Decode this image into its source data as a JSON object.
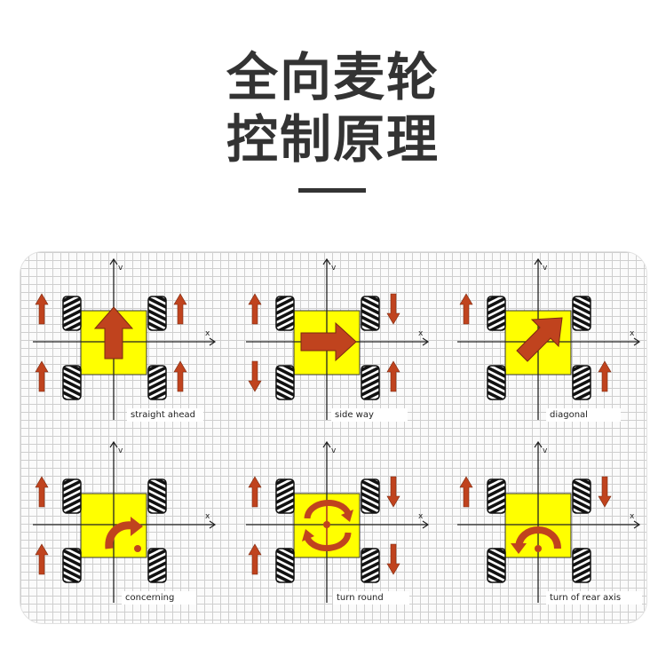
{
  "header": {
    "title_line1": "全向麦轮",
    "title_line2": "控制原理"
  },
  "colors": {
    "body": "#ffff00",
    "arrow": "#c0431e",
    "title": "#333333",
    "wheel": "#111111"
  },
  "axes": {
    "x_label": "x",
    "y_label": "v"
  },
  "panels": [
    {
      "label": "straight ahead",
      "motion": "arrow-up-icon",
      "wheel_arrows": [
        "up",
        "up",
        "up",
        "up"
      ]
    },
    {
      "label": "side way",
      "motion": "arrow-right-icon",
      "wheel_arrows": [
        "up",
        "down",
        "down",
        "up"
      ]
    },
    {
      "label": "diagonal",
      "motion": "arrow-diagonal-icon",
      "wheel_arrows": [
        "up",
        "none",
        "none",
        "up"
      ]
    },
    {
      "label": "concerning",
      "motion": "curved-arrow-icon",
      "wheel_arrows": [
        "up",
        "none",
        "up",
        "none"
      ]
    },
    {
      "label": "turn round",
      "motion": "rotate-arrows-icon",
      "wheel_arrows": [
        "up",
        "down",
        "up",
        "down"
      ]
    },
    {
      "label": "turn of rear axis",
      "motion": "rear-arc-icon",
      "wheel_arrows": [
        "up",
        "down",
        "none",
        "none"
      ]
    }
  ]
}
